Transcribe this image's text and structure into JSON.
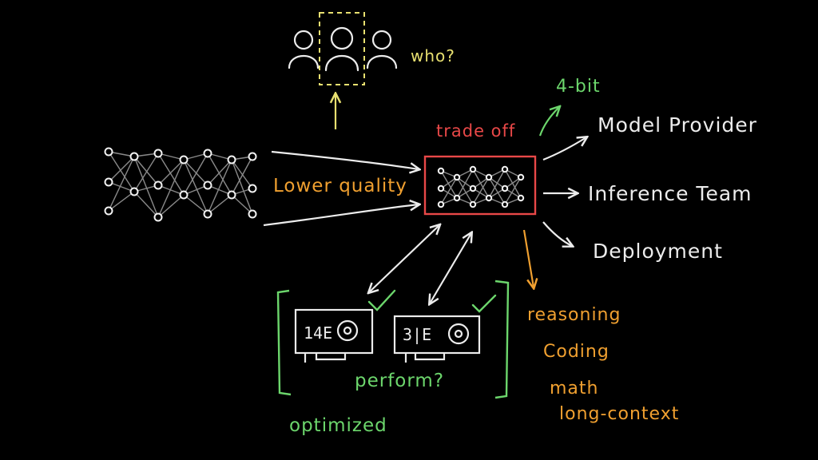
{
  "labels": {
    "who": "who?",
    "four_bit": "4-bit",
    "trade_off": "trade off",
    "lower_quality": "Lower quality",
    "model_provider": "Model Provider",
    "inference_team": "Inference Team",
    "deployment": "Deployment",
    "perform": "perform?",
    "optimized": "optimized",
    "reasoning": "reasoning",
    "coding": "Coding",
    "math": "math",
    "long_context": "long-context"
  },
  "gpu_labels": {
    "left": "14E",
    "right": "3|E"
  },
  "colors": {
    "background": "#000000",
    "ink_white": "#ececec",
    "ink_orange": "#f0a030",
    "ink_green": "#6cd66c",
    "ink_yellow": "#e8e070",
    "ink_red": "#e84848"
  }
}
